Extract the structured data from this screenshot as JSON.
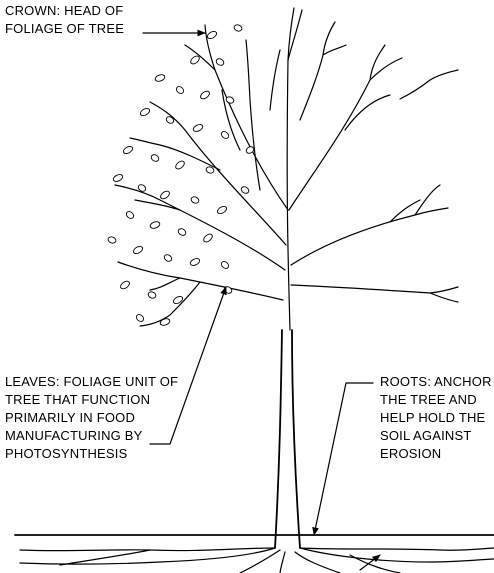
{
  "labels": {
    "crown": [
      "CROWN: HEAD OF",
      "FOLIAGE OF TREE"
    ],
    "leaves": [
      "LEAVES: FOLIAGE UNIT OF",
      "TREE THAT FUNCTION",
      "PRIMARILY IN FOOD",
      "MANUFACTURING BY",
      "PHOTOSYNTHESIS"
    ],
    "roots": [
      "ROOTS: ANCHOR",
      "THE TREE AND",
      "HELP HOLD THE",
      "SOIL AGAINST",
      "EROSION"
    ]
  }
}
